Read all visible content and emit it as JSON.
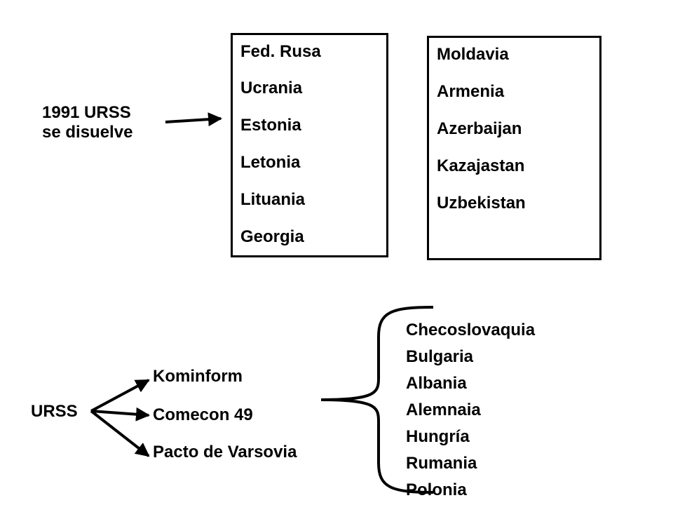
{
  "dissolution": {
    "label_line1": "1991 URSS",
    "label_line2": "se disuelve",
    "box1": [
      "Fed. Rusa",
      "Ucrania",
      "Estonia",
      "Letonia",
      "Lituania",
      "Georgia"
    ],
    "box2": [
      "Moldavia",
      "Armenia",
      "Azerbaijan",
      "Kazajastan",
      "Uzbekistan"
    ]
  },
  "bloc": {
    "root": "URSS",
    "organizations": [
      "Kominform",
      "Comecon 49",
      "Pacto de Varsovia"
    ],
    "countries": [
      "Checoslovaquia",
      "Bulgaria",
      "Albania",
      "Alemnaia",
      "Hungría",
      "Rumania",
      "Polonia"
    ]
  }
}
